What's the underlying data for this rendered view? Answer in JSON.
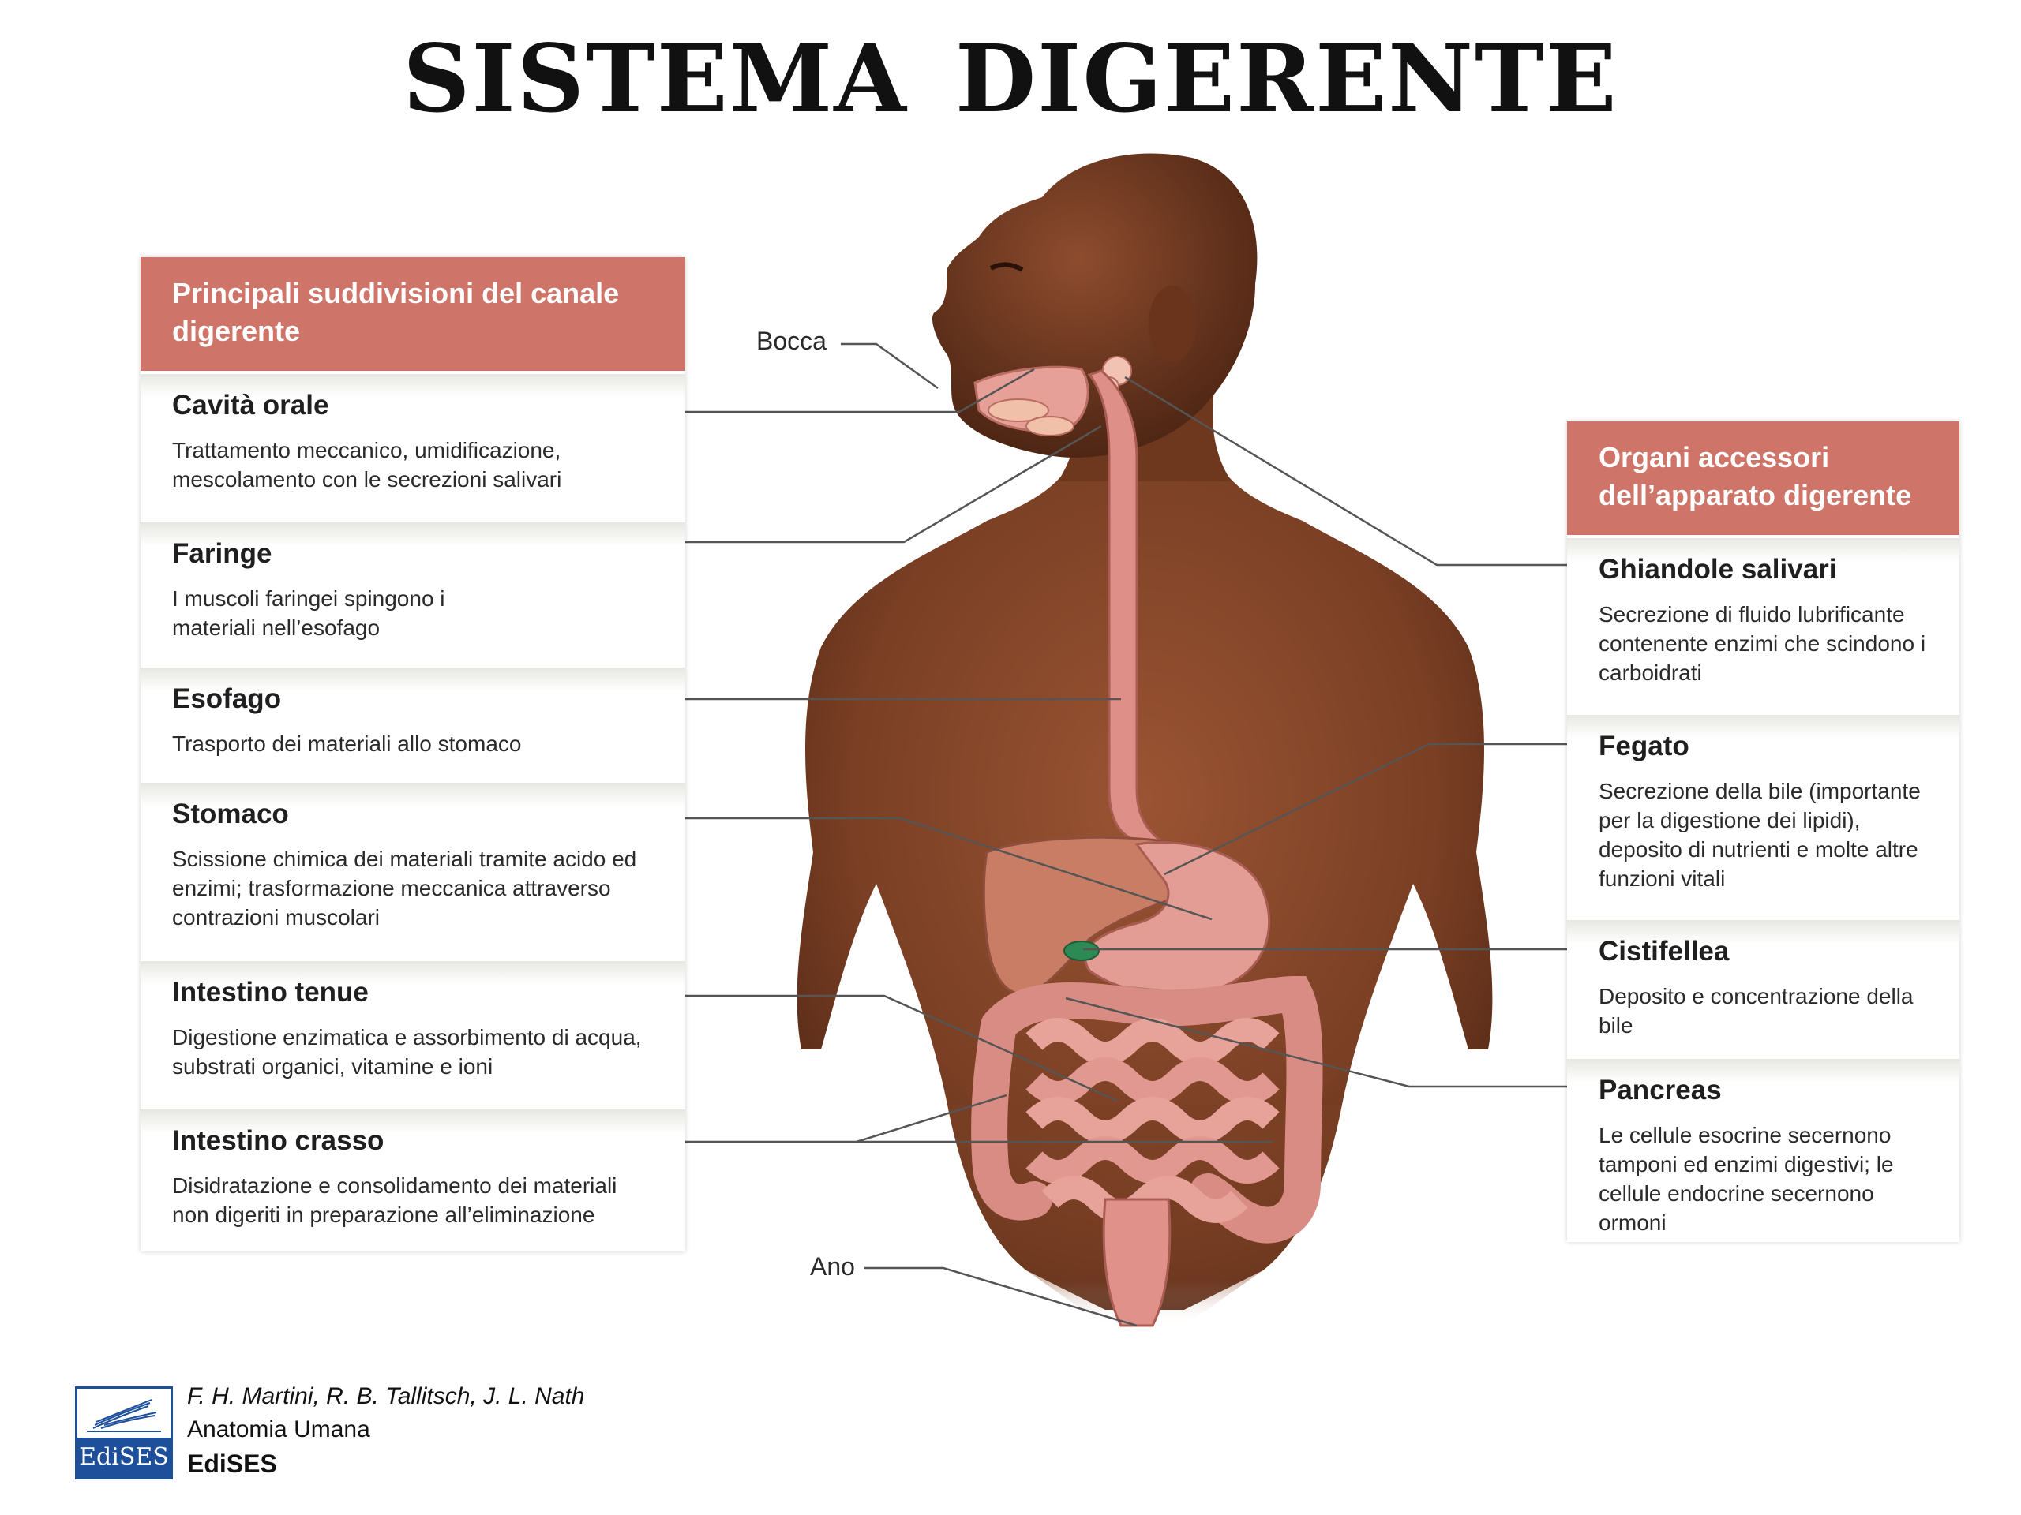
{
  "title": {
    "word1": "SISTEMA",
    "word2": "DIGERENTE"
  },
  "left_panel": {
    "header": "Principali suddivisioni del canale digerente",
    "entries": [
      {
        "title": "Cavità orale",
        "desc": "Trattamento meccanico, umidificazione, mescolamento con le secrezioni salivari"
      },
      {
        "title": "Faringe",
        "desc": "I muscoli faringei spingono i materiali nell’esofago"
      },
      {
        "title": "Esofago",
        "desc": "Trasporto dei materiali allo stomaco"
      },
      {
        "title": "Stomaco",
        "desc": "Scissione chimica dei materiali tramite acido ed enzimi; trasformazione meccanica attraverso contrazioni muscolari"
      },
      {
        "title": "Intestino tenue",
        "desc": "Digestione enzimatica e assorbimento di acqua, substrati organici, vitamine e ioni"
      },
      {
        "title": "Intestino crasso",
        "desc": "Disidratazione e consolidamento dei materiali non digeriti in preparazione all’eliminazione"
      }
    ]
  },
  "right_panel": {
    "header": "Organi accessori dell’apparato digerente",
    "entries": [
      {
        "title": "Ghiandole salivari",
        "desc": "Secrezione di fluido lubrificante contenente enzimi che scindono i carboidrati"
      },
      {
        "title": "Fegato",
        "desc": "Secrezione della bile (importante per la digestione dei lipidi), deposito di nutrienti e molte altre funzioni vitali"
      },
      {
        "title": "Cistifellea",
        "desc": "Deposito e concentrazione della bile"
      },
      {
        "title": "Pancreas",
        "desc": "Le cellule esocrine secernono tamponi ed enzimi digestivi; le cellule endocrine secernono ormoni"
      }
    ]
  },
  "labels": {
    "mouth": "Bocca",
    "anus": "Ano"
  },
  "credits": {
    "authors": "F. H. Martini, R. B. Tallitsch, J. L. Nath",
    "book": "Anatomia Umana",
    "publisher": "EdiSES",
    "logo_text": "EdiSES"
  },
  "colors": {
    "header_bg": "#cf7468",
    "skin": "#7a3f24",
    "organ": "#e0928a",
    "logo_blue": "#1d4f9a"
  }
}
